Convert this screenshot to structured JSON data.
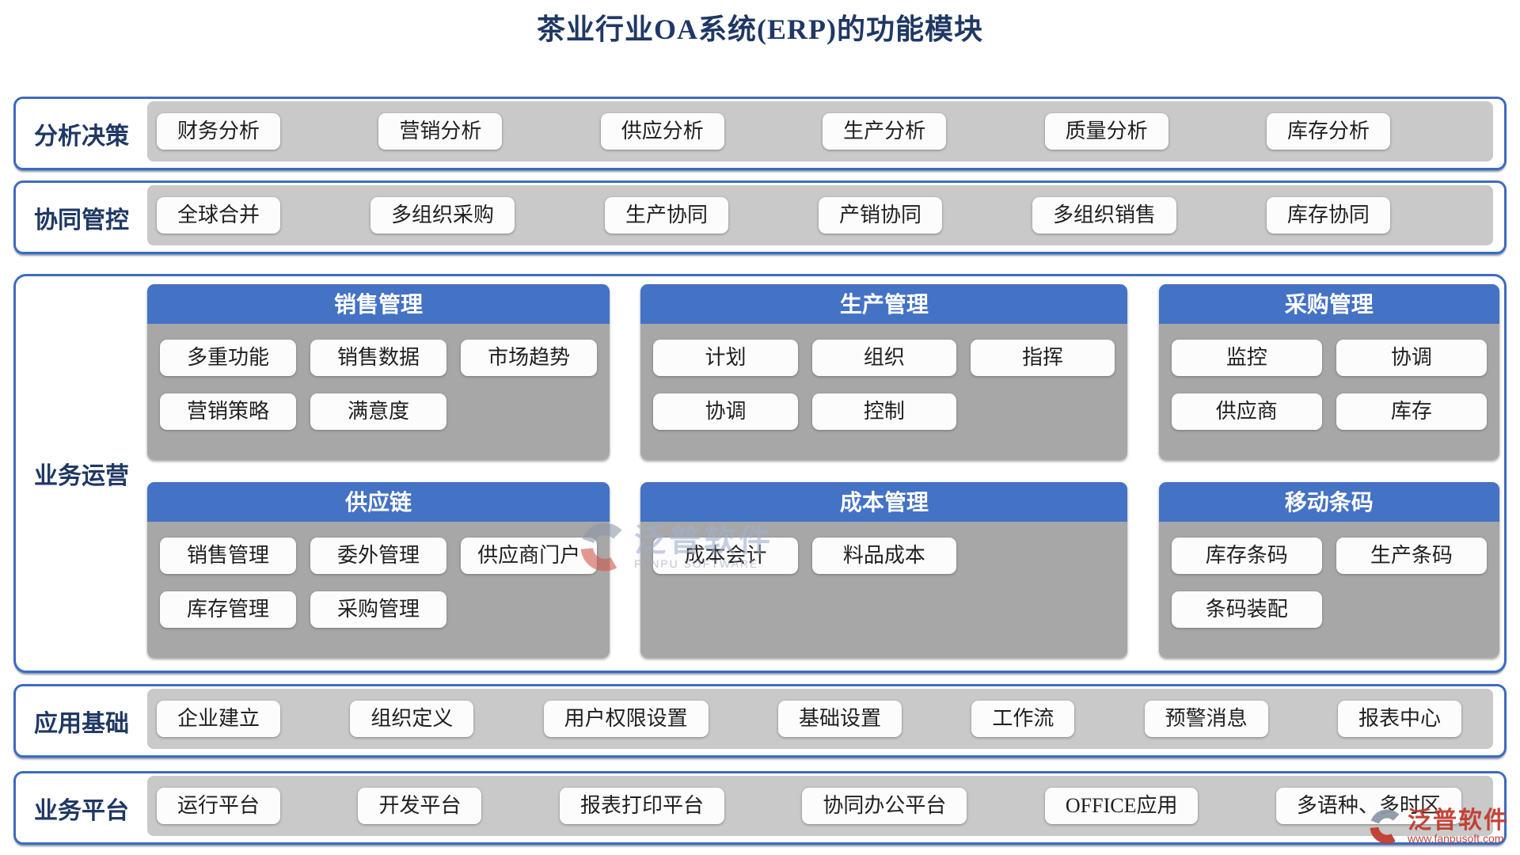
{
  "title": "茶业行业OA系统(ERP)的功能模块",
  "analysis_row": {
    "label": "分析决策",
    "buttons": [
      "财务分析",
      "营销分析",
      "供应分析",
      "生产分析",
      "质量分析",
      "库存分析"
    ]
  },
  "collaboration_row": {
    "label": "协同管控",
    "buttons": [
      "全球合并",
      "多组织采购",
      "生产协同",
      "产销协同",
      "多组织销售",
      "库存协同"
    ]
  },
  "operations": {
    "label": "业务运营",
    "groups": [
      {
        "title": "销售管理",
        "button_rows": [
          [
            "多重功能",
            "销售数据",
            "市场趋势"
          ],
          [
            "营销策略",
            "满意度"
          ]
        ]
      },
      {
        "title": "生产管理",
        "button_rows": [
          [
            "计划",
            "组织",
            "指挥"
          ],
          [
            "协调",
            "控制"
          ]
        ]
      },
      {
        "title": "采购管理",
        "button_rows": [
          [
            "监控",
            "协调"
          ],
          [
            "供应商",
            "库存"
          ]
        ]
      },
      {
        "title": "供应链",
        "button_rows": [
          [
            "销售管理",
            "委外管理",
            "供应商门户"
          ],
          [
            "库存管理",
            "采购管理"
          ]
        ]
      },
      {
        "title": "成本管理",
        "button_rows": [
          [
            "成本会计",
            "料品成本"
          ]
        ]
      },
      {
        "title": "移动条码",
        "button_rows": [
          [
            "库存条码",
            "生产条码"
          ],
          [
            "条码装配"
          ]
        ]
      }
    ]
  },
  "foundation_row": {
    "label": "应用基础",
    "buttons": [
      "企业建立",
      "组织定义",
      "用户权限设置",
      "基础设置",
      "工作流",
      "预警消息",
      "报表中心"
    ]
  },
  "platform_row": {
    "label": "业务平台",
    "buttons": [
      "运行平台",
      "开发平台",
      "报表打印平台",
      "协同办公平台",
      "OFFICE应用",
      "多语种、多时区"
    ]
  },
  "watermark_center": {
    "name": "泛普软件",
    "subtitle": "FANPU SOFTWARE"
  },
  "watermark_corner": {
    "name": "泛普软件",
    "subtitle": "www.fanpusoft.com"
  },
  "colors": {
    "accent_blue": "#4472C4",
    "border_blue": "#3D6BBF",
    "navy_text": "#1F3864",
    "band_gray": "#C9C9C9",
    "panel_gray": "#A7A7A7",
    "watermark_red": "#C23B2E"
  }
}
